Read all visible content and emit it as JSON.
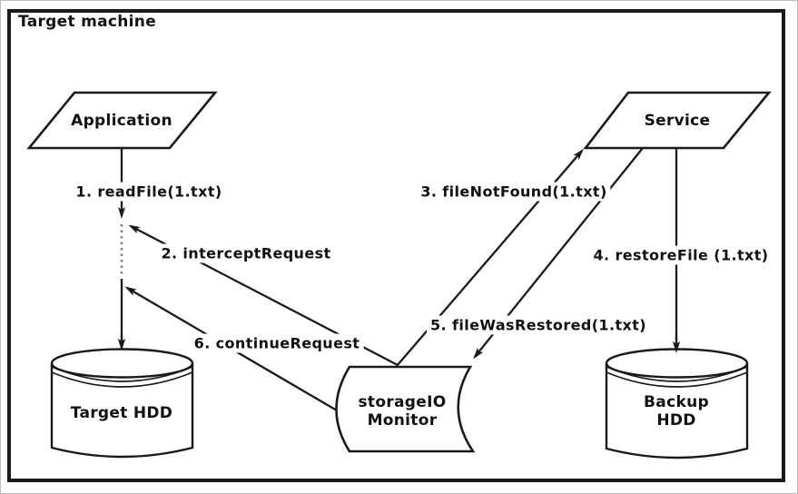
{
  "frame": {
    "title": "Target machine"
  },
  "nodes": {
    "application": {
      "label": "Application",
      "shape": "parallelogram"
    },
    "service": {
      "label": "Service",
      "shape": "parallelogram"
    },
    "storageio_monitor": {
      "line1": "storageIO",
      "line2": "Monitor",
      "shape": "stored-data"
    },
    "target_hdd": {
      "label": "Target HDD",
      "shape": "cylinder"
    },
    "backup_hdd": {
      "line1": "Backup",
      "line2": "HDD",
      "shape": "cylinder"
    }
  },
  "messages": [
    {
      "label": "1. readFile(1.txt)",
      "from": "Application",
      "to": "Target HDD",
      "style": "solid-then-dotted"
    },
    {
      "label": "2. interceptRequest",
      "from": "storageIO Monitor",
      "to": "Application request path",
      "style": "solid"
    },
    {
      "label": "3. fileNotFound(1.txt)",
      "from": "storageIO Monitor",
      "to": "Service",
      "style": "solid"
    },
    {
      "label": "4. restoreFile (1.txt)",
      "from": "Service",
      "to": "Backup HDD",
      "style": "solid"
    },
    {
      "label": "5. fileWasRestored(1.txt)",
      "from": "Service",
      "to": "storageIO Monitor",
      "style": "solid"
    },
    {
      "label": "6. continueRequest",
      "from": "storageIO Monitor",
      "to": "Target HDD write path",
      "style": "solid"
    }
  ],
  "colors": {
    "line": "#1a1a1a",
    "dotted_line": "#808080",
    "background": "#ffffff",
    "border": "#1a1a1a"
  }
}
